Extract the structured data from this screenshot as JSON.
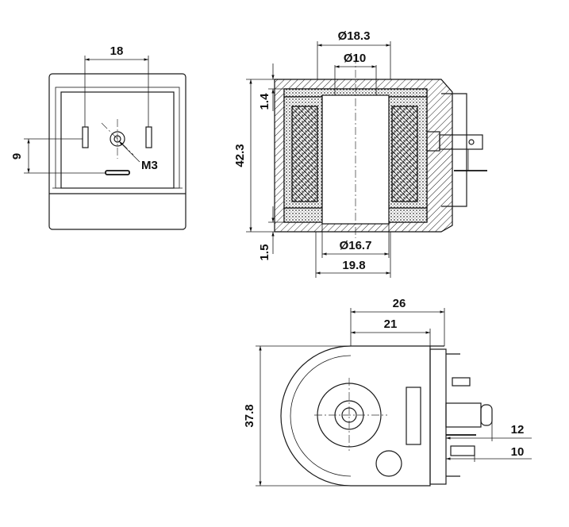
{
  "dimensions": {
    "front_width": "18",
    "front_height": "9",
    "thread": "M3",
    "section_outer_dia": "Ø18.3",
    "section_inner_dia": "Ø10",
    "section_top": "1.4",
    "section_height": "42.3",
    "section_bottom": "1.5",
    "section_bore_dia": "Ø16.7",
    "section_base_width": "19.8",
    "side_width": "26",
    "side_center": "21",
    "side_height": "37.8",
    "pin_offset_a": "12",
    "pin_offset_b": "10"
  }
}
